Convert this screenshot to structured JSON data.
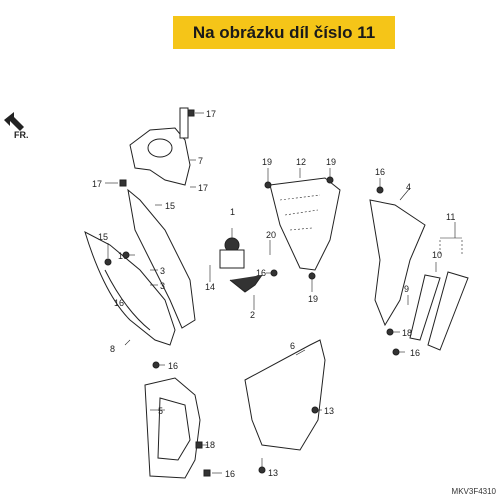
{
  "banner": {
    "text": "Na obrázku díl číslo 11",
    "color": "#f5c518"
  },
  "direction": {
    "label": "FR."
  },
  "diagram_code": "MKV3F4310",
  "callouts": [
    "17",
    "7",
    "17",
    "17",
    "15",
    "19",
    "12",
    "19",
    "16",
    "4",
    "1",
    "15",
    "16",
    "20",
    "3",
    "16",
    "3",
    "14",
    "16",
    "19",
    "11",
    "10",
    "9",
    "18",
    "16",
    "8",
    "2",
    "6",
    "16",
    "5",
    "13",
    "18",
    "16",
    "13"
  ]
}
